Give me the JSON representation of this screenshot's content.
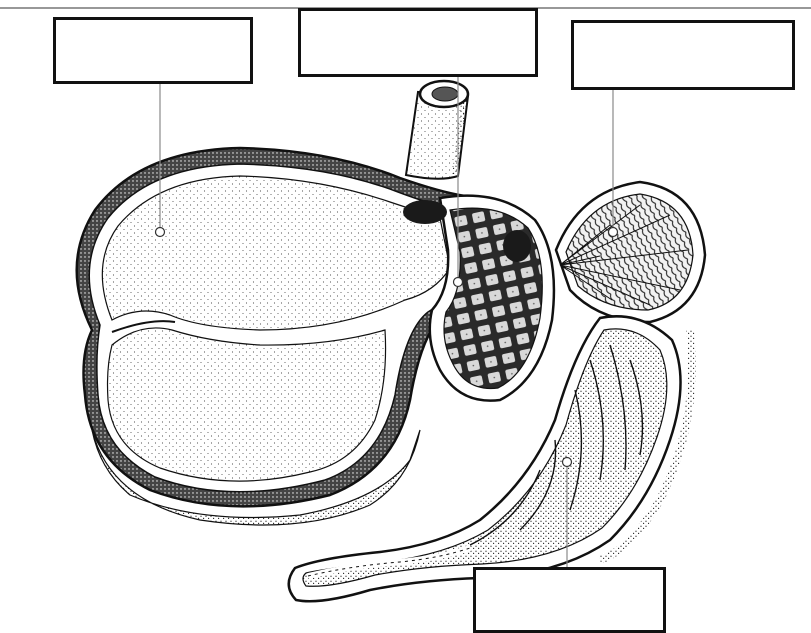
{
  "colors": {
    "ink": "#111111",
    "paper": "#ffffff",
    "leader_line": "#8a8a8a"
  },
  "labels": [
    {
      "id": "rumen",
      "text": ""
    },
    {
      "id": "reticulum",
      "text": ""
    },
    {
      "id": "omasum",
      "text": ""
    },
    {
      "id": "abomasum",
      "text": ""
    }
  ]
}
